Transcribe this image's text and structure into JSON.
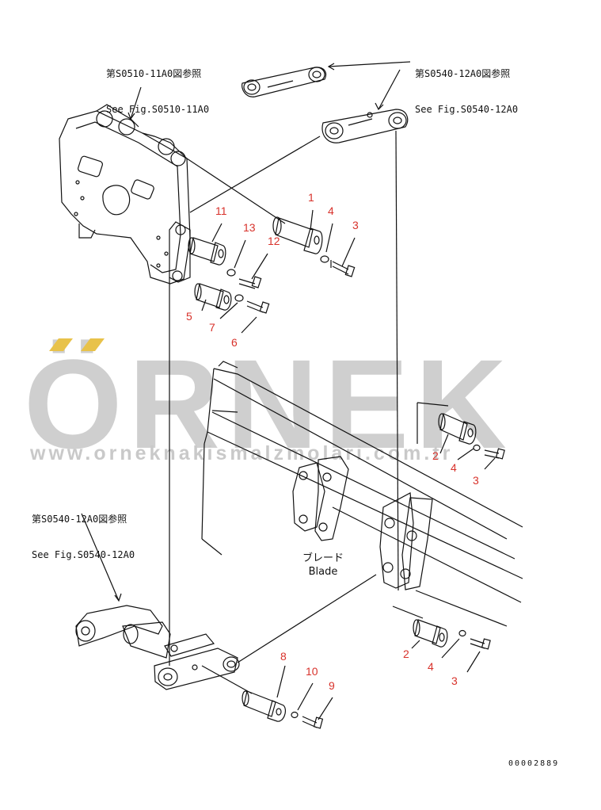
{
  "references": {
    "top_left": {
      "jp": "第S0510-11A0図参照",
      "en": "See Fig.S0510-11A0"
    },
    "top_right": {
      "jp": "第S0540-12A0図参照",
      "en": "See Fig.S0540-12A0"
    },
    "bottom_left": {
      "jp": "第S0540-12A0図参照",
      "en": "See Fig.S0540-12A0"
    }
  },
  "blade": {
    "jp": "ブレード",
    "en": "Blade"
  },
  "callouts": {
    "c1": "1",
    "c4a": "4",
    "c3a": "3",
    "c11": "11",
    "c13": "13",
    "c12": "12",
    "c5": "5",
    "c7": "7",
    "c6": "6",
    "c2b": "2",
    "c4b": "4",
    "c3b": "3",
    "c2c": "2",
    "c4c": "4",
    "c3c": "3",
    "c8": "8",
    "c10": "10",
    "c9": "9"
  },
  "watermark": {
    "brand": "ÖRNEK",
    "url": "www.orneknakismalzmolari.com.tr"
  },
  "drawing_code": "00002889",
  "colors": {
    "callout": "#d8322b",
    "watermark": "#cfcfcf",
    "accent": "#e8c24a",
    "line": "#111111"
  }
}
